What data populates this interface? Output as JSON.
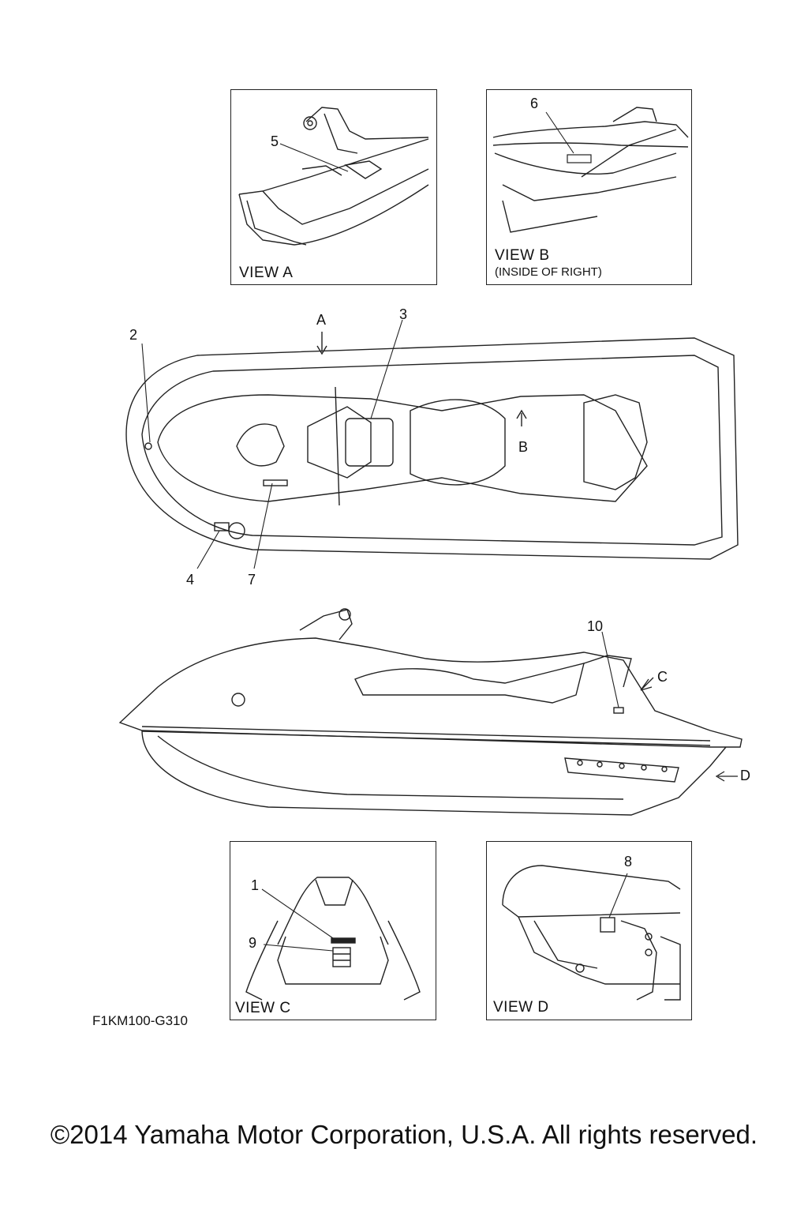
{
  "views": {
    "a": {
      "label": "VIEW A",
      "callout": "5"
    },
    "b": {
      "label": "VIEW B",
      "sublabel": "(INSIDE OF RIGHT)",
      "callout": "6"
    },
    "c": {
      "label": "VIEW C",
      "callouts": [
        "1",
        "9"
      ]
    },
    "d": {
      "label": "VIEW D",
      "callout": "8"
    }
  },
  "top_view": {
    "callouts": [
      "2",
      "3",
      "4",
      "7"
    ],
    "arrow_a": "A",
    "arrow_b": "B"
  },
  "side_view": {
    "callouts": [
      "10"
    ],
    "arrow_c": "C",
    "arrow_d": "D"
  },
  "diagram_code": "F1KM100-G310",
  "copyright": "©2014 Yamaha Motor Corporation, U.S.A. All rights reserved."
}
